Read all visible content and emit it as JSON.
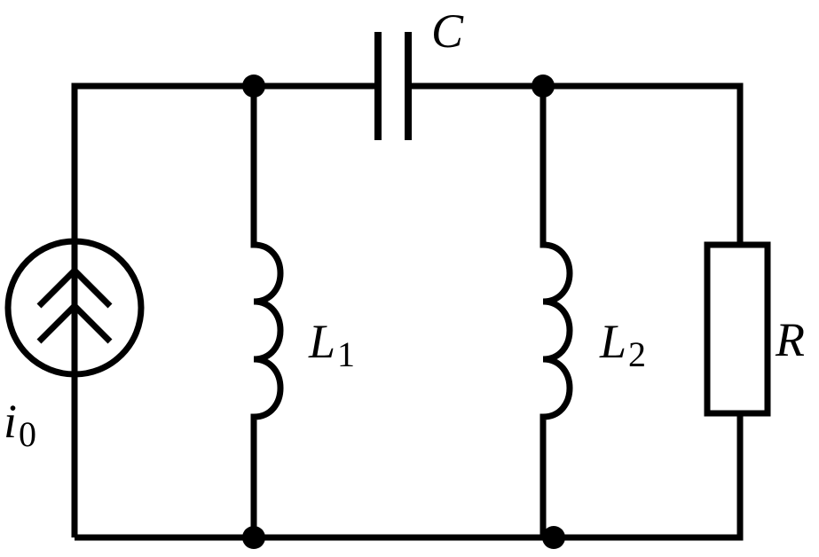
{
  "labels": {
    "capacitor": "C",
    "inductor1": {
      "symbol": "L",
      "sub": "1"
    },
    "inductor2": {
      "symbol": "L",
      "sub": "2"
    },
    "resistor": "R",
    "source": {
      "symbol": "i",
      "sub": "0"
    }
  }
}
